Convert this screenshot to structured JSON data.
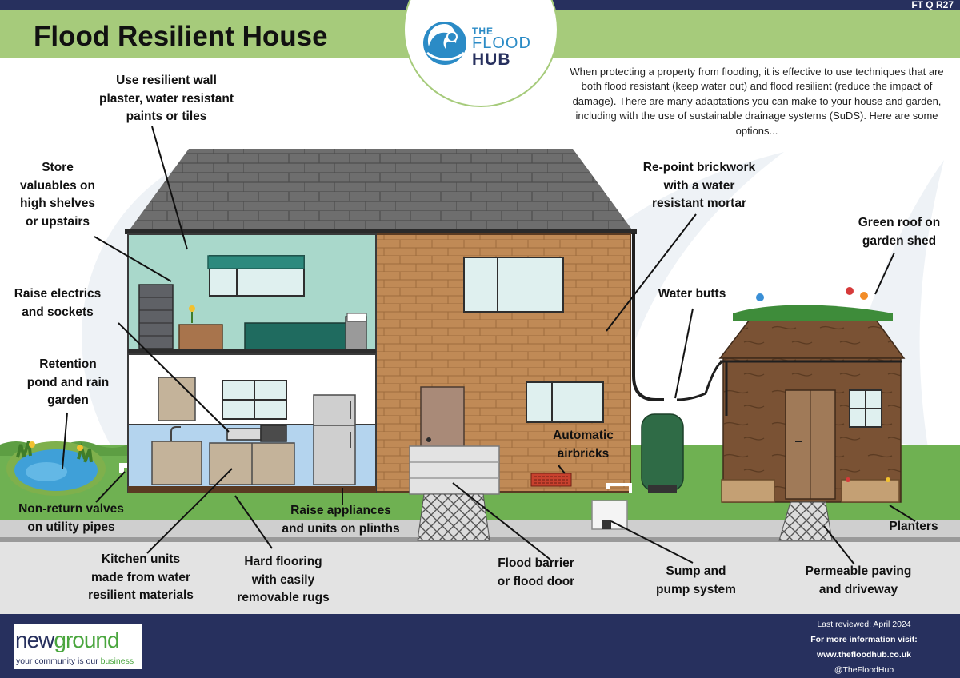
{
  "ref_code": "FT Q R27",
  "title": "Flood Resilient House",
  "logo": {
    "the": "THE",
    "flood": "FLOOD",
    "hub": "HUB"
  },
  "intro": "When protecting a property from flooding, it is effective to use techniques that are both flood resistant (keep water out) and flood resilient (reduce the impact of damage). There are many adaptations you can make to your house and garden, including with the use of sustainable drainage systems (SuDS). Here are some options...",
  "labels": {
    "wall_plaster": [
      "Use resilient wall",
      "plaster, water resistant",
      "paints or tiles"
    ],
    "valuables": [
      "Store",
      "valuables on",
      "high shelves",
      "or upstairs"
    ],
    "electrics": [
      "Raise electrics",
      "and sockets"
    ],
    "retention": [
      "Retention",
      "pond and rain",
      "garden"
    ],
    "valves": [
      "Non-return valves",
      "on utility pipes"
    ],
    "kitchen": [
      "Kitchen units",
      "made from water",
      "resilient materials"
    ],
    "flooring": [
      "Hard flooring",
      "with easily",
      "removable rugs"
    ],
    "appliances": [
      "Raise appliances",
      "and units on plinths"
    ],
    "barrier": [
      "Flood barrier",
      "or flood door"
    ],
    "sump": [
      "Sump and",
      "pump system"
    ],
    "paving": [
      "Permeable paving",
      "and driveway"
    ],
    "planters": [
      "Planters"
    ],
    "airbricks": [
      "Automatic",
      "airbricks"
    ],
    "water_butts": [
      "Water butts"
    ],
    "green_roof": [
      "Green roof on",
      "garden shed"
    ],
    "repoint": [
      "Re-point brickwork",
      "with a water",
      "resistant mortar"
    ]
  },
  "footer": {
    "brand_pre": "new",
    "brand_post": "ground",
    "tag_pre": "your community is our ",
    "tag_post": "business",
    "reviewed": "Last reviewed:  April 2024",
    "more_info": "For more information visit:",
    "website": "www.thefloodhub.co.uk",
    "handle": "@TheFloodHub"
  },
  "colors": {
    "navy": "#27305e",
    "green_band": "#a6cb7b",
    "brick": "#c08a56",
    "upstairs_wall": "#a9d8cb",
    "downstairs_wall": "#b4d4ee",
    "roof": "#6e6e6e",
    "grass": "#6fb152",
    "pavement": "#c9c9c9"
  }
}
